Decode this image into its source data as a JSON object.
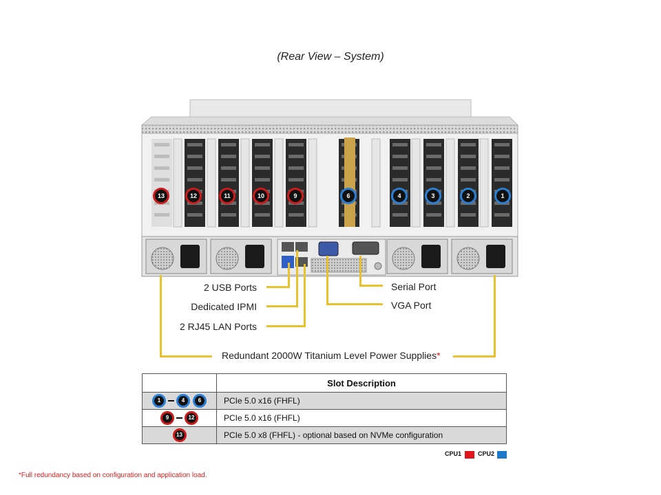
{
  "title": "(Rear View – System)",
  "slots": [
    {
      "num": "13",
      "cpu": "cpu1"
    },
    {
      "num": "12",
      "cpu": "cpu1"
    },
    {
      "num": "11",
      "cpu": "cpu1"
    },
    {
      "num": "10",
      "cpu": "cpu1"
    },
    {
      "num": "9",
      "cpu": "cpu1"
    },
    {
      "num": "6",
      "cpu": "cpu2"
    },
    {
      "num": "4",
      "cpu": "cpu2"
    },
    {
      "num": "3",
      "cpu": "cpu2"
    },
    {
      "num": "2",
      "cpu": "cpu2"
    },
    {
      "num": "1",
      "cpu": "cpu2"
    }
  ],
  "callouts": {
    "usb": "2 USB Ports",
    "ipmi": "Dedicated IPMI",
    "lan": "2 RJ45 LAN Ports",
    "serial": "Serial Port",
    "vga": "VGA Port",
    "psu": "Redundant 2000W Titanium Level Power Supplies",
    "psu_star": "*"
  },
  "table": {
    "header": "Slot Description",
    "rows": [
      {
        "badges": [
          "1",
          "4",
          "6"
        ],
        "range": true,
        "cpu": "cpu2",
        "desc": "PCIe 5.0 x16 (FHFL)"
      },
      {
        "badges": [
          "9",
          "12"
        ],
        "range": true,
        "cpu": "cpu1",
        "desc": "PCIe 5.0 x16 (FHFL)"
      },
      {
        "badges": [
          "13"
        ],
        "range": false,
        "cpu": "cpu1",
        "desc": "PCIe 5.0 x8 (FHFL) - optional based on NVMe configuration"
      }
    ]
  },
  "legend": {
    "cpu1": "CPU1",
    "cpu2": "CPU2",
    "cpu1_color": "#e0151b",
    "cpu2_color": "#1e78c8"
  },
  "footnote": "*Full redundancy based on configuration and application load."
}
